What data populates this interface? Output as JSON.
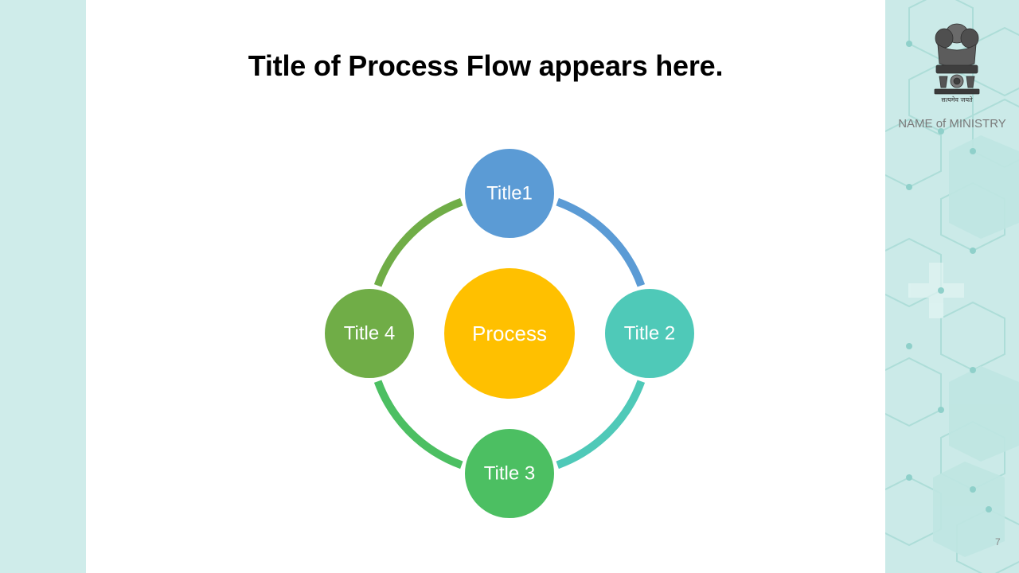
{
  "slide": {
    "title": "Title of Process Flow appears here.",
    "ministry": "NAME of MINISTRY",
    "emblem_motto": "सत्यमेव जयते",
    "page_number": "7"
  },
  "diagram": {
    "center": {
      "label": "Process",
      "color": "#ffc000"
    },
    "nodes": [
      {
        "label": "Title1",
        "color": "#5b9bd5"
      },
      {
        "label": "Title 2",
        "color": "#4fc9b8"
      },
      {
        "label": "Title 3",
        "color": "#4cbf62"
      },
      {
        "label": "Title 4",
        "color": "#70ad47"
      }
    ],
    "connectors": [
      {
        "from": "Title1",
        "to": "Title 2",
        "color": "#5b9bd5"
      },
      {
        "from": "Title 2",
        "to": "Title 3",
        "color": "#4fc9b8"
      },
      {
        "from": "Title 3",
        "to": "Title 4",
        "color": "#4cbf62"
      },
      {
        "from": "Title 4",
        "to": "Title1",
        "color": "#70ad47"
      }
    ]
  },
  "colors": {
    "band": "#cbeae8",
    "pattern_line": "#9fd6d1"
  }
}
